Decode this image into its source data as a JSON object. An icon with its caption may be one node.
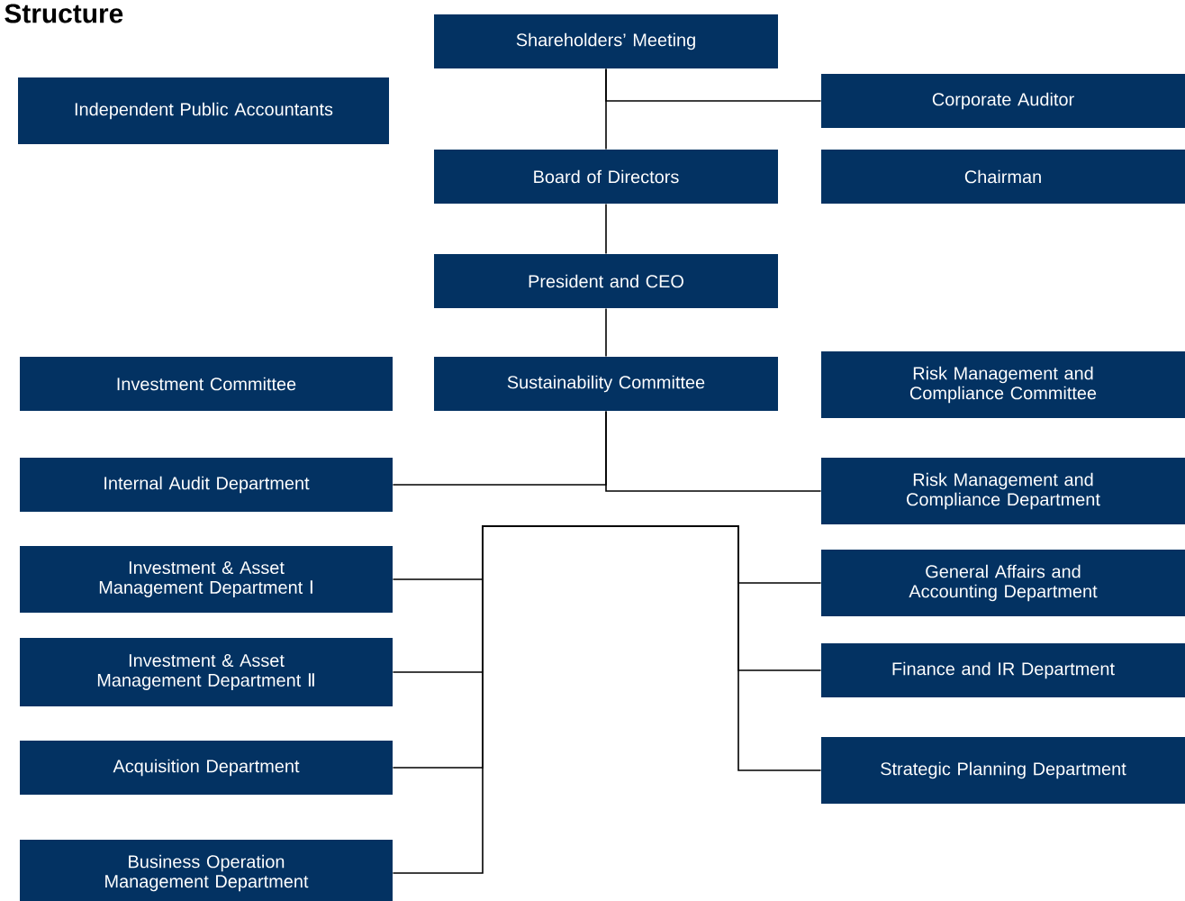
{
  "diagram": {
    "title": "Structure",
    "nodes": [
      {
        "text": [
          "Shareholders’ Meeting"
        ]
      },
      {
        "text": [
          "Independent Public Accountants"
        ]
      },
      {
        "text": [
          "Corporate Auditor"
        ]
      },
      {
        "text": [
          "Board of Directors"
        ]
      },
      {
        "text": [
          "Chairman"
        ]
      },
      {
        "text": [
          "President and CEO"
        ]
      },
      {
        "text": [
          "Investment Committee"
        ]
      },
      {
        "text": [
          "Sustainability Committee"
        ]
      },
      {
        "text": [
          "Risk Management and Compliance Committee"
        ]
      },
      {
        "text": [
          "Internal Audit Department"
        ]
      },
      {
        "text": [
          "Risk Management and Compliance Department"
        ]
      },
      {
        "text": [
          "Investment & Asset Management Department Ⅰ"
        ]
      },
      {
        "text": [
          "General Affairs and Accounting Department"
        ]
      },
      {
        "text": [
          "Investment & Asset Management Department Ⅱ"
        ]
      },
      {
        "text": [
          "Finance and IR Department"
        ]
      },
      {
        "text": [
          "Acquisition Department"
        ]
      },
      {
        "text": [
          "Strategic Planning Department"
        ]
      },
      {
        "text": [
          "Business Operation Management Department"
        ]
      }
    ],
    "edges": [
      {
        "from": 0,
        "to": 3,
        "arrow": "none"
      },
      {
        "from": 0,
        "to": 2,
        "arrow": "none"
      },
      {
        "from": 3,
        "to": 5,
        "arrow": "none"
      },
      {
        "from": 5,
        "to": 7,
        "arrow": "none"
      },
      {
        "from": 7,
        "to": 9,
        "arrow": "none"
      },
      {
        "from": 7,
        "to": 10,
        "arrow": "none"
      },
      {
        "from": null,
        "to": 11,
        "arrow": "none"
      },
      {
        "from": null,
        "to": 13,
        "arrow": "none"
      },
      {
        "from": null,
        "to": 15,
        "arrow": "none"
      },
      {
        "from": null,
        "to": 17,
        "arrow": "none"
      },
      {
        "from": null,
        "to": 12,
        "arrow": "none"
      },
      {
        "from": null,
        "to": 14,
        "arrow": "none"
      },
      {
        "from": null,
        "to": 16,
        "arrow": "none"
      }
    ]
  }
}
